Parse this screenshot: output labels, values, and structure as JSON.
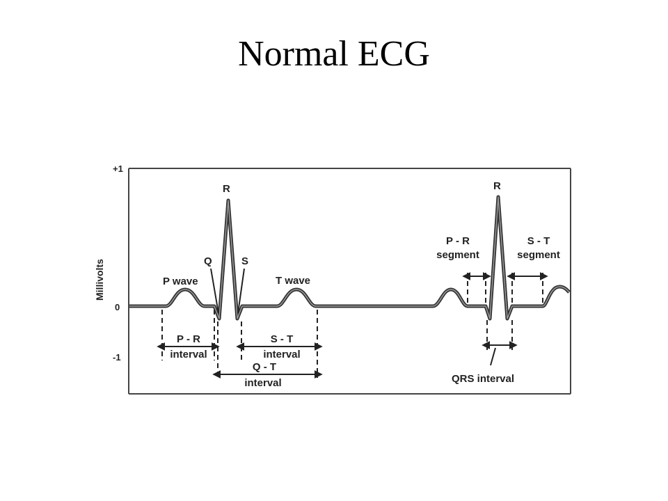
{
  "title": "Normal ECG",
  "y_axis": {
    "label": "Millivolts",
    "ticks": [
      "+1",
      "0",
      "-1"
    ]
  },
  "wave_labels": {
    "p_wave": "P wave",
    "t_wave": "T wave",
    "q": "Q",
    "r": "R",
    "s": "S",
    "r2": "R"
  },
  "interval_labels": {
    "pr_interval": [
      "P - R",
      "interval"
    ],
    "st_interval": [
      "S - T",
      "interval"
    ],
    "qt_interval": [
      "Q - T",
      "interval"
    ],
    "pr_segment": [
      "P -  R",
      "segment"
    ],
    "st_segment": [
      "S - T",
      "segment"
    ],
    "qrs_interval": "QRS interval"
  }
}
